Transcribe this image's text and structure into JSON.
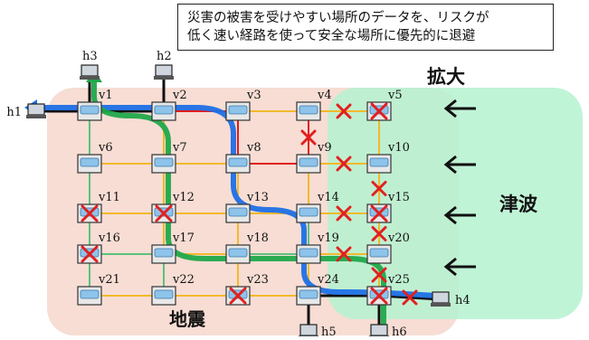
{
  "callout": {
    "line1": "災害の被害を受けやすい場所のデータを、リスクが",
    "line2": "低く速い経路を使って安全な場所に優先的に退避"
  },
  "labels": {
    "earthquake": "地震",
    "tsunami": "津波",
    "expand": "拡大"
  },
  "colors": {
    "earthquake_zone": "#f6d9cf",
    "tsunami_zone": "#b5f2d0",
    "link_green": "#5cc27a",
    "link_yellow": "#f2b92c",
    "link_red": "#e01b1b",
    "link_black": "#111111",
    "route_blue": "#1e6fe6",
    "route_green": "#20a84a",
    "failure_mark": "#e02020"
  },
  "nodes": [
    {
      "id": "v1",
      "col": 0,
      "row": 0,
      "failed": false
    },
    {
      "id": "v2",
      "col": 1,
      "row": 0,
      "failed": false
    },
    {
      "id": "v3",
      "col": 2,
      "row": 0,
      "failed": false
    },
    {
      "id": "v4",
      "col": 3,
      "row": 0,
      "failed": false
    },
    {
      "id": "v5",
      "col": 4,
      "row": 0,
      "failed": true
    },
    {
      "id": "v6",
      "col": 0,
      "row": 1,
      "failed": false
    },
    {
      "id": "v7",
      "col": 1,
      "row": 1,
      "failed": false
    },
    {
      "id": "v8",
      "col": 2,
      "row": 1,
      "failed": false
    },
    {
      "id": "v9",
      "col": 3,
      "row": 1,
      "failed": false
    },
    {
      "id": "v10",
      "col": 4,
      "row": 1,
      "failed": false
    },
    {
      "id": "v11",
      "col": 0,
      "row": 2,
      "failed": true
    },
    {
      "id": "v12",
      "col": 1,
      "row": 2,
      "failed": true
    },
    {
      "id": "v13",
      "col": 2,
      "row": 2,
      "failed": false
    },
    {
      "id": "v14",
      "col": 3,
      "row": 2,
      "failed": false
    },
    {
      "id": "v15",
      "col": 4,
      "row": 2,
      "failed": true
    },
    {
      "id": "v16",
      "col": 0,
      "row": 3,
      "failed": true
    },
    {
      "id": "v17",
      "col": 1,
      "row": 3,
      "failed": false
    },
    {
      "id": "v18",
      "col": 2,
      "row": 3,
      "failed": false
    },
    {
      "id": "v19",
      "col": 3,
      "row": 3,
      "failed": false
    },
    {
      "id": "v20",
      "col": 4,
      "row": 3,
      "failed": false
    },
    {
      "id": "v21",
      "col": 0,
      "row": 4,
      "failed": false
    },
    {
      "id": "v22",
      "col": 1,
      "row": 4,
      "failed": false
    },
    {
      "id": "v23",
      "col": 2,
      "row": 4,
      "failed": true
    },
    {
      "id": "v24",
      "col": 3,
      "row": 4,
      "failed": false
    },
    {
      "id": "v25",
      "col": 4,
      "row": 4,
      "failed": true
    }
  ],
  "hosts": [
    {
      "id": "h1",
      "attach": "v1",
      "side": "left"
    },
    {
      "id": "h2",
      "attach": "v2",
      "side": "top"
    },
    {
      "id": "h3",
      "attach": "v1",
      "side": "top"
    },
    {
      "id": "h4",
      "attach": "v25",
      "side": "right"
    },
    {
      "id": "h5",
      "attach": "v24",
      "side": "bottom"
    },
    {
      "id": "h6",
      "attach": "v25",
      "side": "bottom"
    }
  ],
  "links": [
    {
      "a": "v1",
      "b": "v2",
      "color": "black",
      "failed": false
    },
    {
      "a": "v2",
      "b": "v3",
      "color": "red",
      "failed": false
    },
    {
      "a": "v3",
      "b": "v4",
      "color": "yellow",
      "failed": false
    },
    {
      "a": "v4",
      "b": "v5",
      "color": "yellow",
      "failed": true
    },
    {
      "a": "v6",
      "b": "v7",
      "color": "yellow",
      "failed": false
    },
    {
      "a": "v7",
      "b": "v8",
      "color": "yellow",
      "failed": false
    },
    {
      "a": "v8",
      "b": "v9",
      "color": "red",
      "failed": false
    },
    {
      "a": "v9",
      "b": "v10",
      "color": "yellow",
      "failed": true
    },
    {
      "a": "v11",
      "b": "v12",
      "color": "yellow",
      "failed": false
    },
    {
      "a": "v12",
      "b": "v13",
      "color": "yellow",
      "failed": false
    },
    {
      "a": "v13",
      "b": "v14",
      "color": "yellow",
      "failed": false
    },
    {
      "a": "v14",
      "b": "v15",
      "color": "yellow",
      "failed": true
    },
    {
      "a": "v16",
      "b": "v17",
      "color": "green",
      "failed": false
    },
    {
      "a": "v17",
      "b": "v18",
      "color": "yellow",
      "failed": false
    },
    {
      "a": "v18",
      "b": "v19",
      "color": "green",
      "failed": false
    },
    {
      "a": "v19",
      "b": "v20",
      "color": "yellow",
      "failed": true
    },
    {
      "a": "v21",
      "b": "v22",
      "color": "yellow",
      "failed": false
    },
    {
      "a": "v22",
      "b": "v23",
      "color": "yellow",
      "failed": false
    },
    {
      "a": "v23",
      "b": "v24",
      "color": "yellow",
      "failed": false
    },
    {
      "a": "v24",
      "b": "v25",
      "color": "black",
      "failed": false
    },
    {
      "a": "v1",
      "b": "v6",
      "color": "green",
      "failed": false
    },
    {
      "a": "v6",
      "b": "v11",
      "color": "green",
      "failed": false
    },
    {
      "a": "v11",
      "b": "v16",
      "color": "green",
      "failed": false
    },
    {
      "a": "v16",
      "b": "v21",
      "color": "green",
      "failed": false
    },
    {
      "a": "v2",
      "b": "v7",
      "color": "yellow",
      "failed": false
    },
    {
      "a": "v7",
      "b": "v12",
      "color": "yellow",
      "failed": false
    },
    {
      "a": "v12",
      "b": "v17",
      "color": "yellow",
      "failed": false
    },
    {
      "a": "v17",
      "b": "v22",
      "color": "green",
      "failed": false
    },
    {
      "a": "v3",
      "b": "v8",
      "color": "red",
      "failed": false
    },
    {
      "a": "v8",
      "b": "v13",
      "color": "yellow",
      "failed": false
    },
    {
      "a": "v13",
      "b": "v18",
      "color": "yellow",
      "failed": false
    },
    {
      "a": "v18",
      "b": "v23",
      "color": "yellow",
      "failed": false
    },
    {
      "a": "v4",
      "b": "v9",
      "color": "red",
      "failed": true
    },
    {
      "a": "v9",
      "b": "v14",
      "color": "yellow",
      "failed": false
    },
    {
      "a": "v14",
      "b": "v19",
      "color": "green",
      "failed": false
    },
    {
      "a": "v19",
      "b": "v24",
      "color": "yellow",
      "failed": false
    },
    {
      "a": "v5",
      "b": "v10",
      "color": "yellow",
      "failed": false
    },
    {
      "a": "v10",
      "b": "v15",
      "color": "yellow",
      "failed": true
    },
    {
      "a": "v15",
      "b": "v20",
      "color": "yellow",
      "failed": true
    },
    {
      "a": "v20",
      "b": "v25",
      "color": "yellow",
      "failed": true
    }
  ],
  "routes": [
    {
      "name": "blue",
      "path": [
        "h4",
        "v25",
        "v24",
        "v19",
        "v14",
        "v13",
        "v8",
        "v3",
        "v2",
        "v1",
        "h1"
      ]
    },
    {
      "name": "green",
      "path": [
        "h6",
        "v25",
        "v20",
        "v19",
        "v18",
        "v17",
        "v12",
        "v7",
        "v2",
        "v1",
        "h3"
      ]
    }
  ]
}
